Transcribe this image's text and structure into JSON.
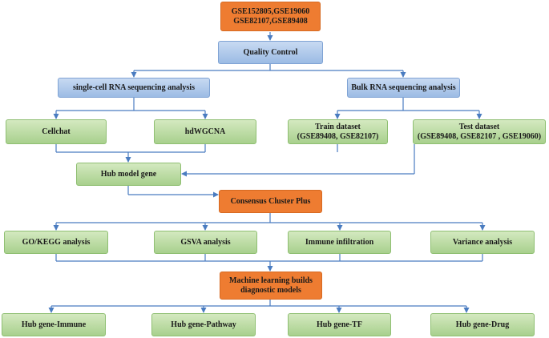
{
  "nodes": {
    "datasets": "GSE152805,GSE19060\nGSE82107,GSE89408",
    "quality_control": "Quality Control",
    "single_cell": "single-cell RNA sequencing analysis",
    "bulk_rna": "Bulk RNA sequencing analysis",
    "cellchat": "Cellchat",
    "hdwgcna": "hdWGCNA",
    "train_dataset": "Train dataset\n(GSE89408,   GSE82107)",
    "test_dataset": "Test dataset\n(GSE89408,   GSE82107 ,  GSE19060)",
    "hub_model_gene": "Hub model gene",
    "consensus_cluster": "Consensus Cluster Plus",
    "go_kegg": "GO/KEGG analysis",
    "gsva": "GSVA analysis",
    "immune_infiltration": "Immune   infiltration",
    "variance": "Variance   analysis",
    "machine_learning": "Machine learning builds\ndiagnostic models",
    "hub_immune": "Hub gene-Immune",
    "hub_pathway": "Hub gene-Pathway",
    "hub_tf": "Hub gene-TF",
    "hub_drug": "Hub gene-Drug"
  },
  "colors": {
    "accent_orange": "#ee7c31",
    "box_blue": "#9bbbe4",
    "box_green": "#a8d08d",
    "connector": "#4a7cc0"
  }
}
